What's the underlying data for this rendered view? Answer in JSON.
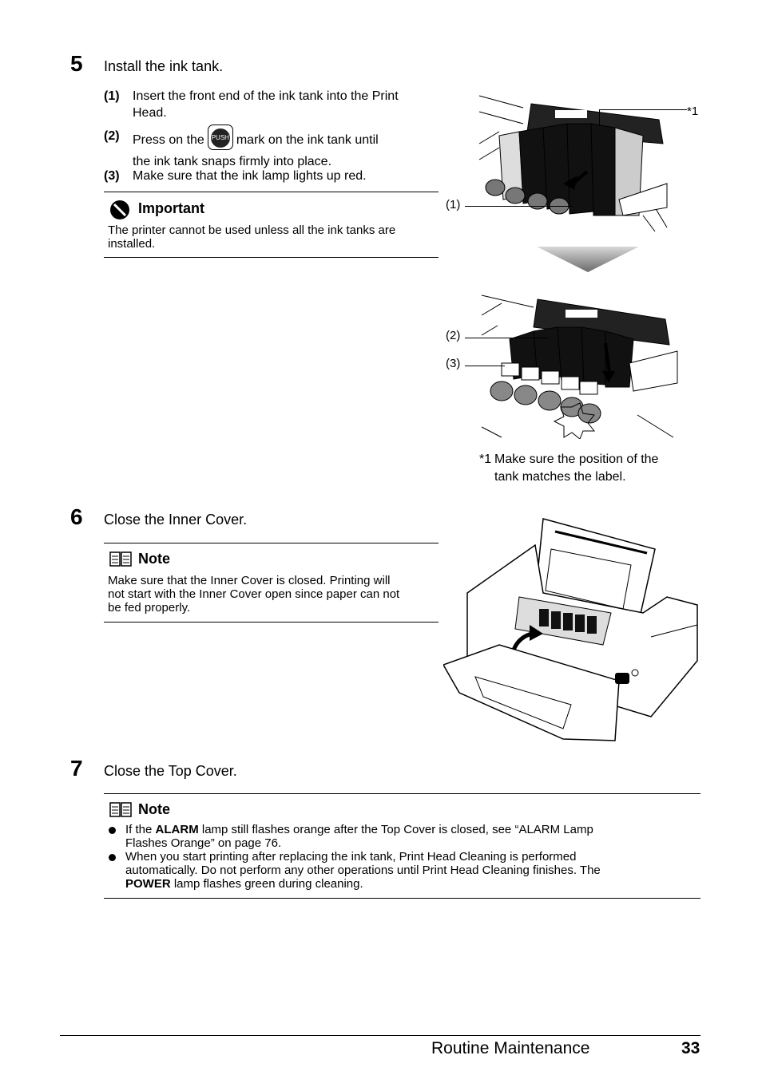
{
  "step5": {
    "number": "5",
    "title": "Install the ink tank.",
    "items": [
      {
        "num": "(1)",
        "line1": "Insert the front end of the ink tank into the Print",
        "line2": "Head."
      },
      {
        "num": "(2)",
        "line1_pre": "Press on the",
        "push_label": "PUSH",
        "line1_post": "mark on the ink tank until",
        "line2": "the ink tank snaps firmly into place."
      },
      {
        "num": "(3)",
        "line1": "Make sure that the ink lamp lights up red."
      }
    ],
    "important": {
      "heading": "Important",
      "line1": "The printer cannot be used unless all the ink tanks are",
      "line2": "installed."
    },
    "figure_labels": {
      "star1": "*1",
      "label1": "(1)",
      "label2": "(2)",
      "label3": "(3)"
    },
    "footnote": {
      "marker": "*1",
      "line1": "Make sure the position of the",
      "line2": "tank matches the label."
    }
  },
  "step6": {
    "number": "6",
    "title": "Close the Inner Cover.",
    "note": {
      "heading": "Note",
      "line1": "Make sure that the Inner Cover is closed. Printing will",
      "line2": "not start with the Inner Cover open since paper can not",
      "line3": "be fed properly."
    }
  },
  "step7": {
    "number": "7",
    "title": "Close the Top Cover.",
    "note": {
      "heading": "Note",
      "bullet1": {
        "pre": "If the ",
        "bold": "ALARM",
        "post": " lamp still flashes orange after the Top Cover is closed, see “ALARM Lamp",
        "line2": "Flashes Orange” on page 76."
      },
      "bullet2": {
        "line1": "When you start printing after replacing the ink tank, Print Head Cleaning is performed",
        "line2": "automatically. Do not perform any other operations until Print Head Cleaning finishes. The",
        "bold": "POWER",
        "post": " lamp flashes green during cleaning."
      }
    }
  },
  "footer": {
    "section": "Routine Maintenance",
    "page": "33"
  }
}
